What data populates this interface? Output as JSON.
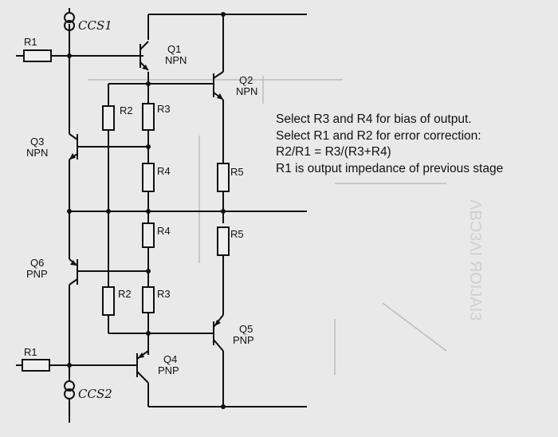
{
  "labels": {
    "r1_top": "R1",
    "r1_bot": "R1",
    "ccs1": "CCS1",
    "ccs2": "CCS2",
    "q1": "Q1",
    "q1_type": "NPN",
    "q2": "Q2",
    "q2_type": "NPN",
    "q3": "Q3",
    "q3_type": "NPN",
    "q4": "Q4",
    "q4_type": "PNP",
    "q5": "Q5",
    "q5_type": "PNP",
    "q6": "Q6",
    "q6_type": "PNP",
    "r2_top": "R2",
    "r3_top": "R3",
    "r4_top": "R4",
    "r5_top": "R5",
    "r4_bot": "R4",
    "r5_bot": "R5",
    "r2_bot": "R2",
    "r3_bot": "R3"
  },
  "notes": [
    "Select R3 and R4 for bias of output.",
    "Select R1 and R2 for error correction:",
    "R2/R1 = R3/(R3+R4)",
    "R1 is output impedance of previous stage"
  ]
}
